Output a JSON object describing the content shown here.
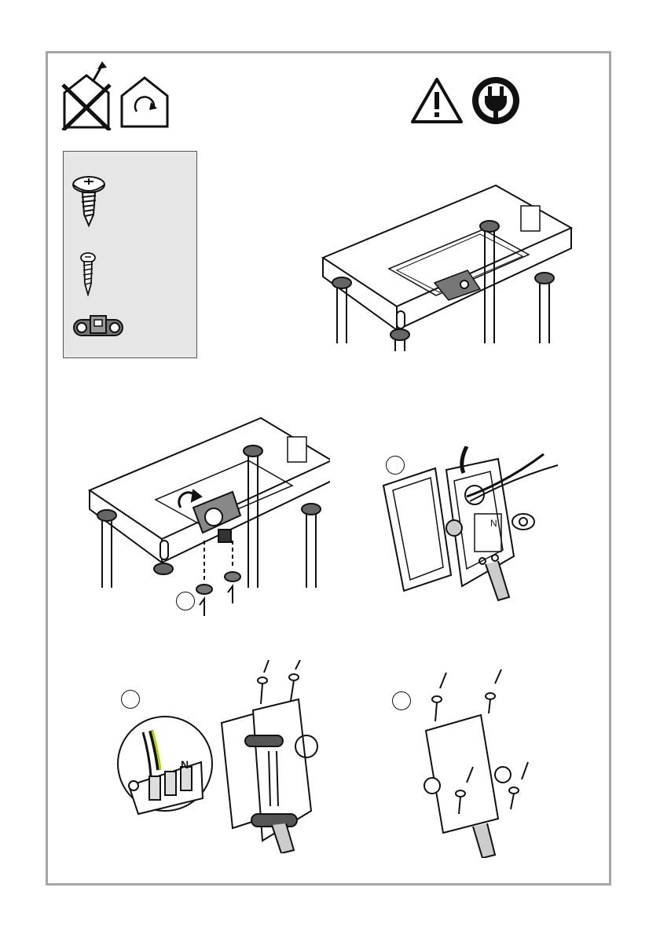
{
  "header_icons": {
    "left": [
      "no-outdoor-use-icon",
      "indoor-use-icon"
    ],
    "right": [
      "warning-triangle-icon",
      "unplug-power-icon"
    ]
  },
  "parts": [
    "pan-head-screw-icon",
    "wood-screw-icon",
    "cable-clamp-icon"
  ],
  "steps": [
    {
      "id": "step-1",
      "number": ""
    },
    {
      "id": "step-2",
      "number": ""
    },
    {
      "id": "step-3",
      "number": ""
    },
    {
      "id": "step-4",
      "number": ""
    }
  ],
  "terminal_labels": {
    "neutral": "N"
  },
  "colors": {
    "frame": "#a6a6a6",
    "panel": "#e6e6e6",
    "ink": "#111111",
    "earth_wire": "#b8d400"
  }
}
